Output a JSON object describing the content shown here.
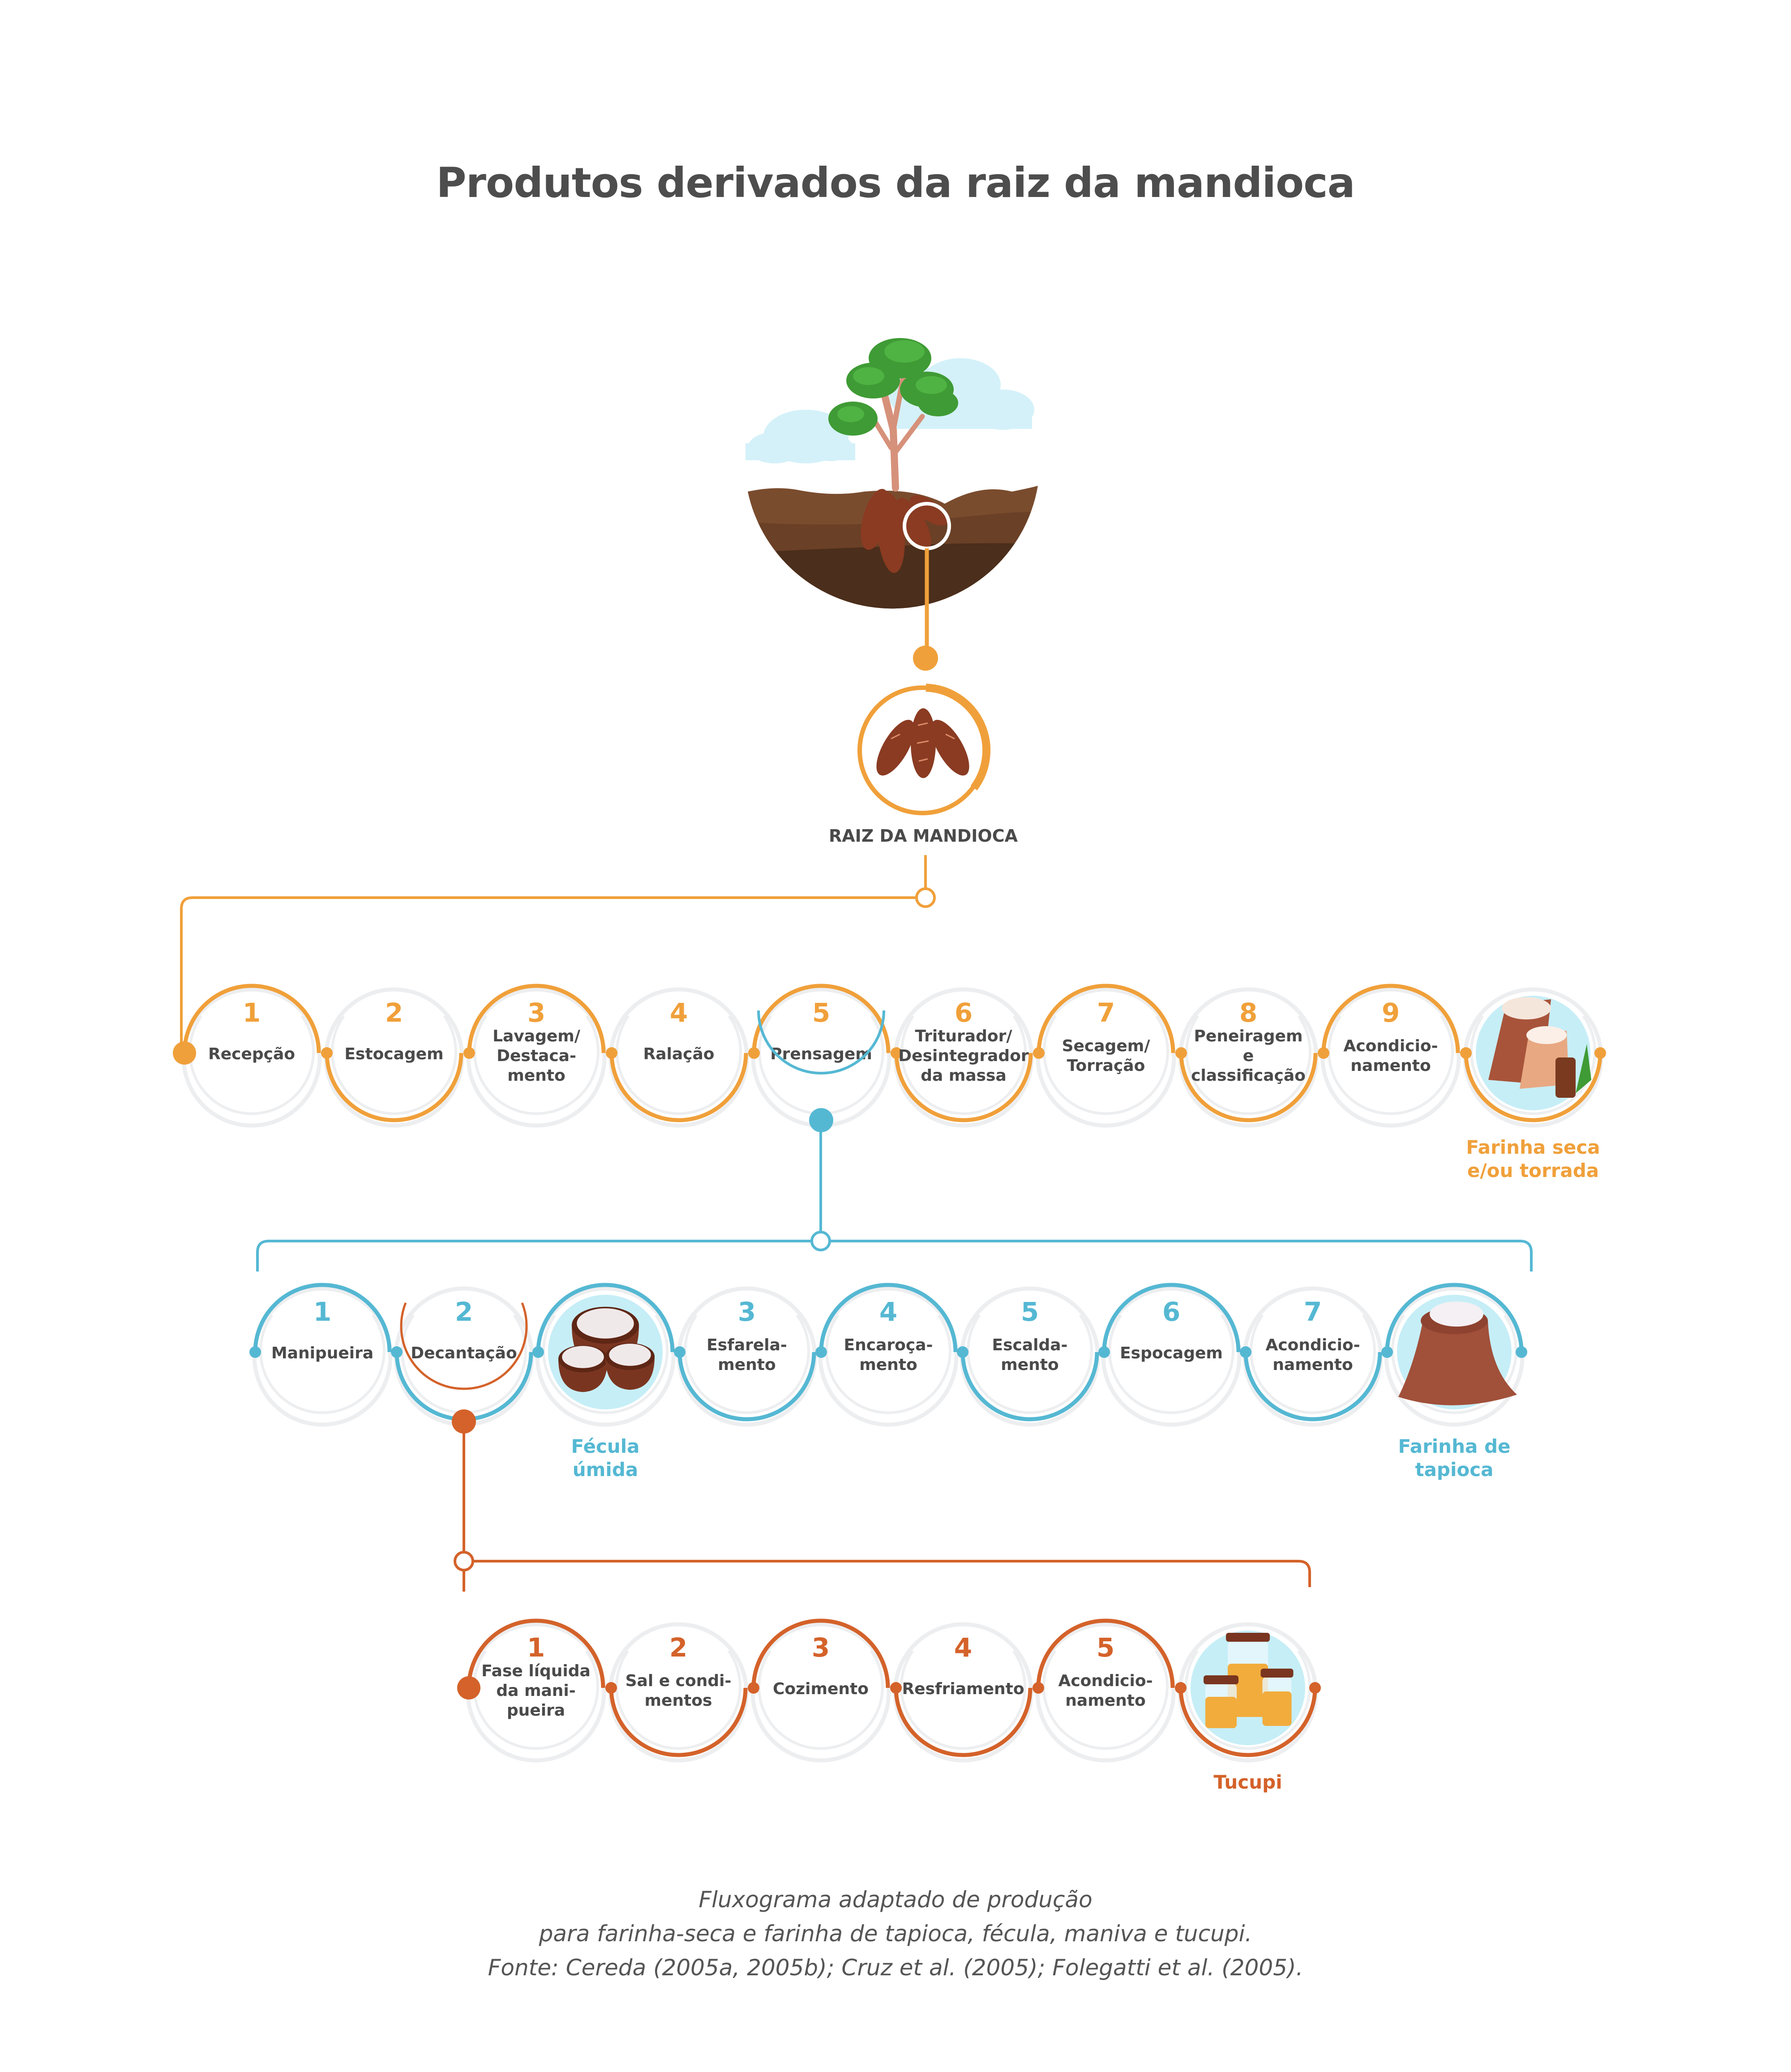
{
  "title": "Produtos derivados da raiz da mandioca",
  "colors": {
    "orange": "#F0A03A",
    "blue": "#55B8D3",
    "rust": "#D4622A",
    "grey_ring": "#EDEEF0",
    "text": "#4A4A4A",
    "sky": "#C6EEF7"
  },
  "source": {
    "label": "RAIZ DA MANDIOCA",
    "illustration": "cassava-plant-in-soil",
    "icon": "cassava-roots-icon"
  },
  "flows": [
    {
      "id": "farinha-seca",
      "color": "orange",
      "steps": [
        {
          "num": "1",
          "lines": [
            "Recepção"
          ]
        },
        {
          "num": "2",
          "lines": [
            "Estocagem"
          ]
        },
        {
          "num": "3",
          "lines": [
            "Lavagem/",
            "Destaca-",
            "mento"
          ]
        },
        {
          "num": "4",
          "lines": [
            "Ralação"
          ]
        },
        {
          "num": "5",
          "lines": [
            "Prensagem"
          ]
        },
        {
          "num": "6",
          "lines": [
            "Triturador/",
            "Desintegrador",
            "da massa"
          ]
        },
        {
          "num": "7",
          "lines": [
            "Secagem/",
            "Torração"
          ]
        },
        {
          "num": "8",
          "lines": [
            "Peneiragem",
            "e",
            "classificação"
          ]
        },
        {
          "num": "9",
          "lines": [
            "Acondicio-",
            "namento"
          ]
        }
      ],
      "product": {
        "lines": [
          "Farinha seca",
          "e/ou torrada"
        ],
        "icon": "flour-sacks-icon"
      }
    },
    {
      "id": "tapioca",
      "color": "blue",
      "branch_from": "Prensagem",
      "steps": [
        {
          "num": "1",
          "lines": [
            "Manipueira"
          ]
        },
        {
          "num": "2",
          "lines": [
            "Decantação"
          ]
        },
        {
          "product": true,
          "lines": [
            "Fécula",
            "úmida"
          ],
          "icon": "starch-bowls-icon"
        },
        {
          "num": "3",
          "lines": [
            "Esfarela-",
            "mento"
          ]
        },
        {
          "num": "4",
          "lines": [
            "Encaroça-",
            "mento"
          ]
        },
        {
          "num": "5",
          "lines": [
            "Escalda-",
            "mento"
          ]
        },
        {
          "num": "6",
          "lines": [
            "Espocagem"
          ]
        },
        {
          "num": "7",
          "lines": [
            "Acondicio-",
            "namento"
          ]
        }
      ],
      "product": {
        "lines": [
          "Farinha de",
          "tapioca"
        ],
        "icon": "tapioca-sack-icon"
      }
    },
    {
      "id": "tucupi",
      "color": "rust",
      "branch_from": "Decantação",
      "steps": [
        {
          "num": "1",
          "lines": [
            "Fase líquida",
            "da mani-",
            "pueira"
          ]
        },
        {
          "num": "2",
          "lines": [
            "Sal e condi-",
            "mentos"
          ]
        },
        {
          "num": "3",
          "lines": [
            "Cozimento"
          ]
        },
        {
          "num": "4",
          "lines": [
            "Resfriamento"
          ]
        },
        {
          "num": "5",
          "lines": [
            "Acondicio-",
            "namento"
          ]
        }
      ],
      "product": {
        "lines": [
          "Tucupi"
        ],
        "icon": "tucupi-jars-icon"
      }
    }
  ],
  "caption": [
    "Fluxograma adaptado de produção",
    "para farinha-seca e farinha de tapioca, fécula, maniva e tucupi.",
    "Fonte: Cereda (2005a, 2005b); Cruz et al. (2005); Folegatti et al. (2005)."
  ]
}
